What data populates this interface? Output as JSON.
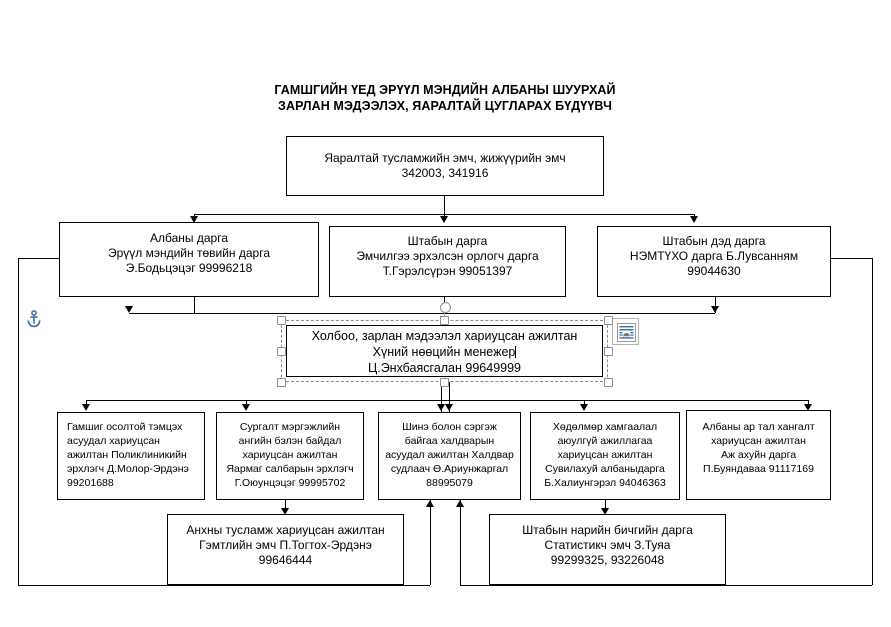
{
  "document": {
    "title_lines": [
      "ГАМШГИЙН ҮЕД ЭРҮҮЛ МЭНДИЙН АЛБАНЫ ШУУРХАЙ",
      "ЗАРЛАН МЭДЭЭЛЭХ, ЯАРАЛТАЙ ЦУГЛАРАХ БҮДҮҮВЧ"
    ]
  },
  "icons": {
    "anchor": "anchor-icon",
    "layout_options": "layout-options-icon"
  },
  "colors": {
    "line": "#000000",
    "selection_handle": "#8f8f8f",
    "selection_border": "#8a8a8a",
    "anchor_blue": "#4472a8",
    "layout_icon_blue": "#3a6ea5"
  },
  "nodes": {
    "root": {
      "lines": [
        "Яаралтай тусламжийн эмч, жижүүрийн эмч",
        "342003, 341916"
      ]
    },
    "row2": [
      {
        "lines": [
          "Албаны дарга",
          "Эрүүл мэндийн төвийн дарга",
          "Э.Бодьцэцэг 99996218"
        ]
      },
      {
        "lines": [
          "Штабын дарга",
          "Эмчилгээ эрхэлсэн орлогч дарга",
          "Т.Гэрэлсүрэн 99051397"
        ]
      },
      {
        "lines": [
          "Штабын  дэд дарга",
          "НЭМТҮХО дарга Б.Лувсанням",
          "99044630"
        ]
      }
    ],
    "selected": {
      "lines": [
        "Холбоо, зарлан мэдээлэл хариуцсан ажилтан",
        "Хүний нөөцийн менежер",
        "Ц.Энхбаясгалан 99649999"
      ],
      "caret_after_line": 1
    },
    "row4": [
      {
        "align": "left",
        "lines": [
          "Гамшиг осолтой тэмцэх",
          "асуудал хариуцсан",
          "ажилтан Поликлиникийн",
          "эрхлэгч Д.Молор-Эрдэнэ",
          "99201688"
        ]
      },
      {
        "align": "center",
        "lines": [
          "Сургалт мэргэжлийн",
          "ангийн бэлэн байдал",
          "хариуцсан ажилтан",
          "Яармаг салбарын эрхлэгч",
          "Г.Оюунцэцэг 99995702"
        ]
      },
      {
        "align": "center",
        "lines": [
          "Шинэ болон сэргэж",
          "байгаа халдварын",
          "асуудал ажилтан Халдвар",
          "судлаач Ө.Ариунжаргал",
          "88995079"
        ]
      },
      {
        "align": "center",
        "small_lines": 3,
        "lines": [
          "Хөдөлмөр хамгаалал",
          "аюулгүй ажиллагаа",
          "хариуцсан ажилтан",
          "Сувилахуй албаныдарга",
          "Б.Халиунгэрэл 94046363"
        ]
      },
      {
        "align": "center",
        "lines": [
          "Албаны ар тал хангалт",
          "хариуцсан ажилтан",
          "Аж ахуйн дарга",
          "П.Буяндаваа 91117169"
        ]
      }
    ],
    "row5": [
      {
        "lines": [
          "Анхны тусламж хариуцсан ажилтан",
          "Гэмтлийн эмч П.Тогтох-Эрдэнэ",
          "99646444"
        ]
      },
      {
        "lines": [
          "Штабын нарийн бичгийн дарга",
          "Статистикч эмч З.Туяа",
          "99299325, 93226048"
        ]
      }
    ]
  }
}
